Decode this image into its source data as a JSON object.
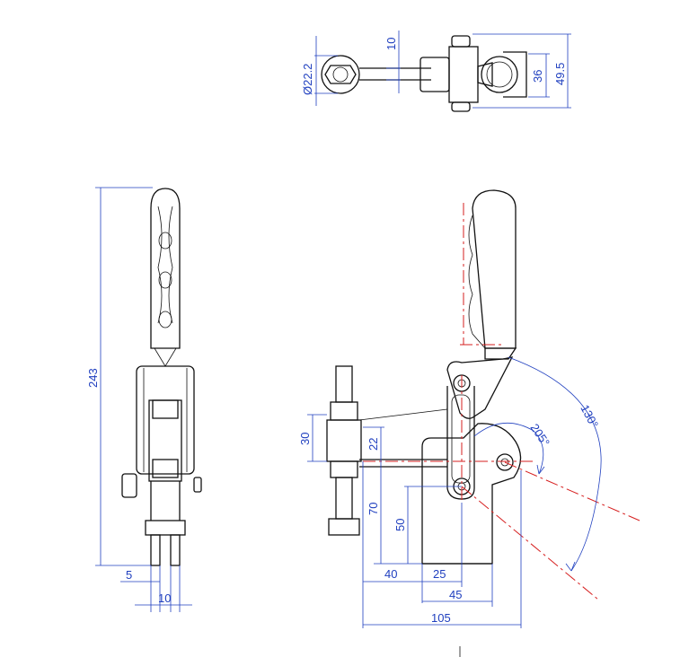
{
  "colors": {
    "outline": "#111111",
    "dimension": "#1f3fbf",
    "centerline": "#d61f1f",
    "background": "#ffffff"
  },
  "views": {
    "top": {
      "dimensions": {
        "diameter": "Ø22.2",
        "slot": "10",
        "width_inner": "36",
        "width_outer": "49.5"
      }
    },
    "side": {
      "dimensions": {
        "height": "243",
        "offset": "5",
        "spacing": "10"
      }
    },
    "front": {
      "dimensions": {
        "spindle_length": "30",
        "upper_offset": "22",
        "total_height": "70",
        "base_height": "50",
        "spindle_reach": "40",
        "pivot_offset": "25",
        "base_width": "45",
        "total_length": "105"
      },
      "angles": {
        "handle_open": "130°",
        "bar_open": "205°"
      }
    }
  }
}
